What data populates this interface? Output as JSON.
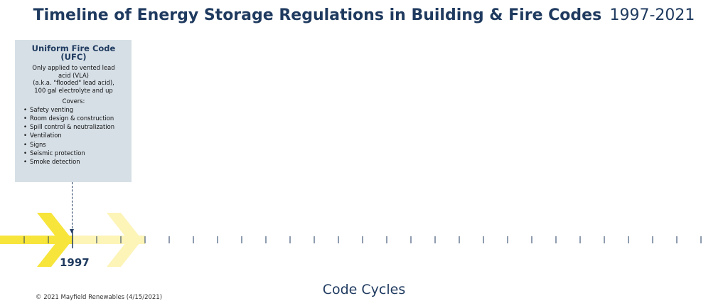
{
  "title": {
    "main": "Timeline of Energy Storage Regulations in Building & Fire Codes",
    "years": "1997-2021"
  },
  "card": {
    "title_line1": "Uniform Fire Code",
    "title_line2": "(UFC)",
    "desc_lines": [
      "Only applied to vented lead",
      "acid (VLA)",
      "(a.k.a. \"flooded\" lead acid),",
      "100 gal electrolyte and up"
    ],
    "covers_label": "Covers:",
    "items": [
      "Safety venting",
      "Room design & construction",
      "Spill control & neutralization",
      "Ventilation",
      "Signs",
      "Seismic protection",
      "Smoke detection"
    ]
  },
  "timeline": {
    "year": "1997",
    "axis_title": "Code Cycles",
    "colors": {
      "bar": "#f7e53b",
      "arrow_strong": "#f7e53b",
      "arrow_faded": "#fdf4b8",
      "tick_dark": "#1f3a5f",
      "tick_light": "#c9d6e3"
    }
  },
  "footer": {
    "copyright": "© 2021 Mayfield Renewables (4/15/2021)"
  }
}
